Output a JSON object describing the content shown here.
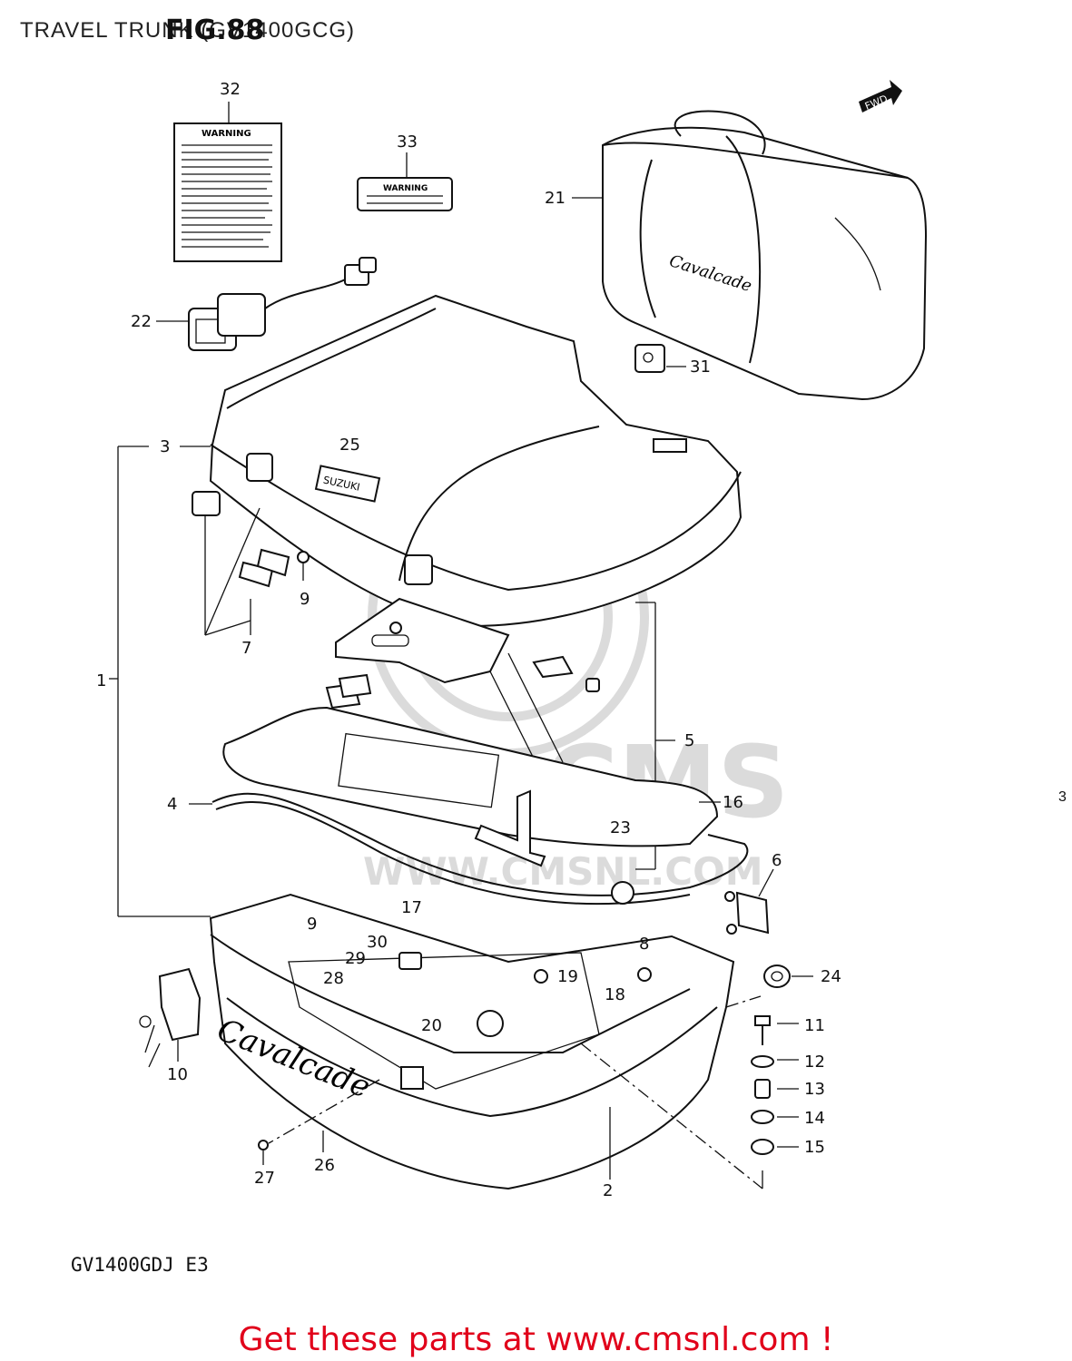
{
  "header": {
    "title": "TRAVEL TRUNK (GV1400GCG)",
    "fig": "FIG.88"
  },
  "label_warning_large": "WARNING",
  "label_warning_small": "WARNING",
  "fwd_arrow": "FWD",
  "badge_text": "SUZUKI",
  "bag_script": "Cavalcade",
  "emblem_script": "Cavalcade",
  "watermark_text": "WWW.CMSNL.COM",
  "watermark_logo": "CMS",
  "model_code": "GV1400GDJ  E3",
  "footer_cta": "Get these parts at www.cmsnl.com !",
  "right_edge_mark": "3",
  "callouts": [
    "32",
    "33",
    "21",
    "22",
    "31",
    "3",
    "25",
    "9",
    "7",
    "1",
    "5",
    "4",
    "16",
    "23",
    "6",
    "17",
    "9",
    "30",
    "8",
    "29",
    "28",
    "19",
    "24",
    "18",
    "11",
    "20",
    "12",
    "10",
    "13",
    "14",
    "15",
    "26",
    "27",
    "2"
  ]
}
